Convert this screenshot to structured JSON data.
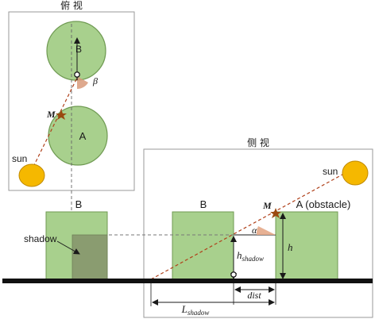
{
  "top_view": {
    "title": "俯 视",
    "circle_b_label": "B",
    "circle_a_label": "A",
    "sun_label": "sun",
    "angle_label": "β",
    "point_label": "M"
  },
  "side_view": {
    "title": "侧 视",
    "sun_label": "sun",
    "point_label": "M",
    "building_b_label": "B",
    "building_a_label": "A (obstacle)",
    "angle_label": "α",
    "height_label": "h",
    "shadow_height_main": "h",
    "shadow_height_sub": "shadow",
    "dist_label": "dist",
    "shadow_length_main": "L",
    "shadow_length_sub": "shadow"
  },
  "front_view": {
    "building_label": "B",
    "shadow_label": "shadow"
  },
  "colors": {
    "building_fill": "#a8d08d",
    "building_stroke": "#6f9a52",
    "shadow_fill": "#8a9c70",
    "sun_fill": "#f5b800",
    "sun_stroke": "#c08a00",
    "ray_color": "#b0401a",
    "star_color": "#9a4a10",
    "beta_wedge": "#d89a7a",
    "ground": "#111111"
  }
}
